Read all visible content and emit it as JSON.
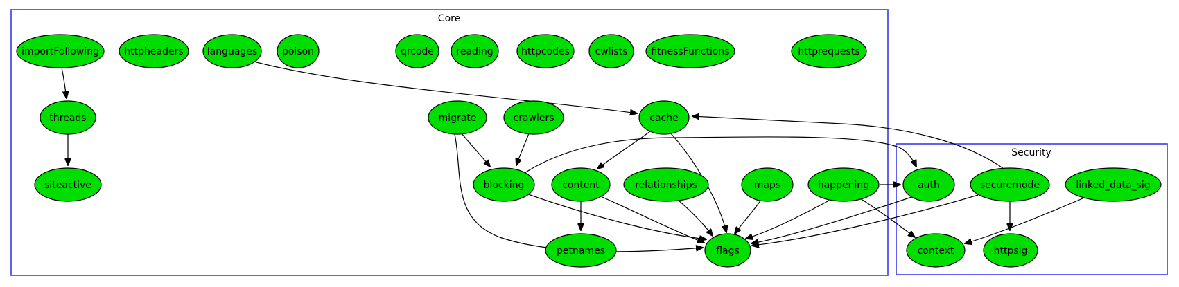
{
  "diagram": {
    "clusters": [
      {
        "id": "core",
        "label": "Core"
      },
      {
        "id": "security",
        "label": "Security"
      }
    ],
    "nodes": [
      {
        "id": "importFollowing",
        "label": "importFollowing",
        "cluster": "core"
      },
      {
        "id": "httpheaders",
        "label": "httpheaders",
        "cluster": "core"
      },
      {
        "id": "languages",
        "label": "languages",
        "cluster": "core"
      },
      {
        "id": "poison",
        "label": "poison",
        "cluster": "core"
      },
      {
        "id": "qrcode",
        "label": "qrcode",
        "cluster": "core"
      },
      {
        "id": "reading",
        "label": "reading",
        "cluster": "core"
      },
      {
        "id": "httpcodes",
        "label": "httpcodes",
        "cluster": "core"
      },
      {
        "id": "cwlists",
        "label": "cwlists",
        "cluster": "core"
      },
      {
        "id": "fitnessFunctions",
        "label": "fitnessFunctions",
        "cluster": "core"
      },
      {
        "id": "httprequests",
        "label": "httprequests",
        "cluster": "core"
      },
      {
        "id": "threads",
        "label": "threads",
        "cluster": "core"
      },
      {
        "id": "migrate",
        "label": "migrate",
        "cluster": "core"
      },
      {
        "id": "crawlers",
        "label": "crawlers",
        "cluster": "core"
      },
      {
        "id": "cache",
        "label": "cache",
        "cluster": "core"
      },
      {
        "id": "siteactive",
        "label": "siteactive",
        "cluster": "core"
      },
      {
        "id": "blocking",
        "label": "blocking",
        "cluster": "core"
      },
      {
        "id": "content",
        "label": "content",
        "cluster": "core"
      },
      {
        "id": "relationships",
        "label": "relationships",
        "cluster": "core"
      },
      {
        "id": "maps",
        "label": "maps",
        "cluster": "core"
      },
      {
        "id": "happening",
        "label": "happening",
        "cluster": "core"
      },
      {
        "id": "petnames",
        "label": "petnames",
        "cluster": "core"
      },
      {
        "id": "flags",
        "label": "flags",
        "cluster": "core"
      },
      {
        "id": "auth",
        "label": "auth",
        "cluster": "security"
      },
      {
        "id": "securemode",
        "label": "securemode",
        "cluster": "security"
      },
      {
        "id": "linked_data_sig",
        "label": "linked_data_sig",
        "cluster": "security"
      },
      {
        "id": "context",
        "label": "context",
        "cluster": "security"
      },
      {
        "id": "httpsig",
        "label": "httpsig",
        "cluster": "security"
      }
    ],
    "edges": [
      {
        "from": "importFollowing",
        "to": "threads"
      },
      {
        "from": "threads",
        "to": "siteactive"
      },
      {
        "from": "languages",
        "to": "cache"
      },
      {
        "from": "securemode",
        "to": "cache"
      },
      {
        "from": "migrate",
        "to": "blocking"
      },
      {
        "from": "crawlers",
        "to": "blocking"
      },
      {
        "from": "migrate",
        "to": "flags"
      },
      {
        "from": "cache",
        "to": "content"
      },
      {
        "from": "cache",
        "to": "flags"
      },
      {
        "from": "blocking",
        "to": "auth"
      },
      {
        "from": "blocking",
        "to": "flags"
      },
      {
        "from": "content",
        "to": "petnames"
      },
      {
        "from": "content",
        "to": "flags"
      },
      {
        "from": "relationships",
        "to": "flags"
      },
      {
        "from": "maps",
        "to": "flags"
      },
      {
        "from": "happening",
        "to": "auth"
      },
      {
        "from": "happening",
        "to": "flags"
      },
      {
        "from": "happening",
        "to": "context"
      },
      {
        "from": "auth",
        "to": "flags"
      },
      {
        "from": "securemode",
        "to": "flags"
      },
      {
        "from": "securemode",
        "to": "httpsig"
      },
      {
        "from": "linked_data_sig",
        "to": "context"
      }
    ]
  },
  "colors": {
    "background": "#ffffff",
    "node_fill": "#00dd00",
    "node_border": "#000000",
    "cluster_border": "#3a3af2",
    "edge": "#000000",
    "label_text": "#000000"
  }
}
